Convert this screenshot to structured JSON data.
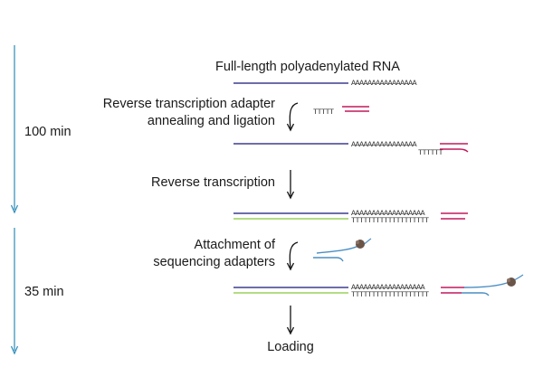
{
  "colors": {
    "timeline": "#2b8bb8",
    "rna_strand": "#3d3d8f",
    "cdna_strand": "#9bd15b",
    "adapter_red": "#c2185b",
    "adapter_blue": "#4a8ec4",
    "motor_protein": "#6b5448"
  },
  "timeline": {
    "segment1_label": "100 min",
    "segment2_label": "35 min"
  },
  "steps": {
    "title": "Full-length polyadenylated RNA",
    "rt_adapter_line1": "Reverse transcription adapter",
    "rt_adapter_line2": "annealing and ligation",
    "reverse_transcription": "Reverse transcription",
    "attach_line1": "Attachment of",
    "attach_line2": "sequencing adapters",
    "loading": "Loading"
  },
  "sequences": {
    "poly_a_short": "AAAAAAAAAAAAAAAA",
    "poly_a_long": "AAAAAAAAAAAAAAAAAA",
    "oligo_t_short": "TTTTT",
    "oligo_t_medium": "TTTTTT",
    "oligo_t_long": "TTTTTTTTTTTTTTTTTTT"
  },
  "icons": {
    "step_arrow": "down-arrow-icon",
    "curved_arrow": "curved-arrow-icon",
    "motor_protein": "motor-protein-icon"
  }
}
